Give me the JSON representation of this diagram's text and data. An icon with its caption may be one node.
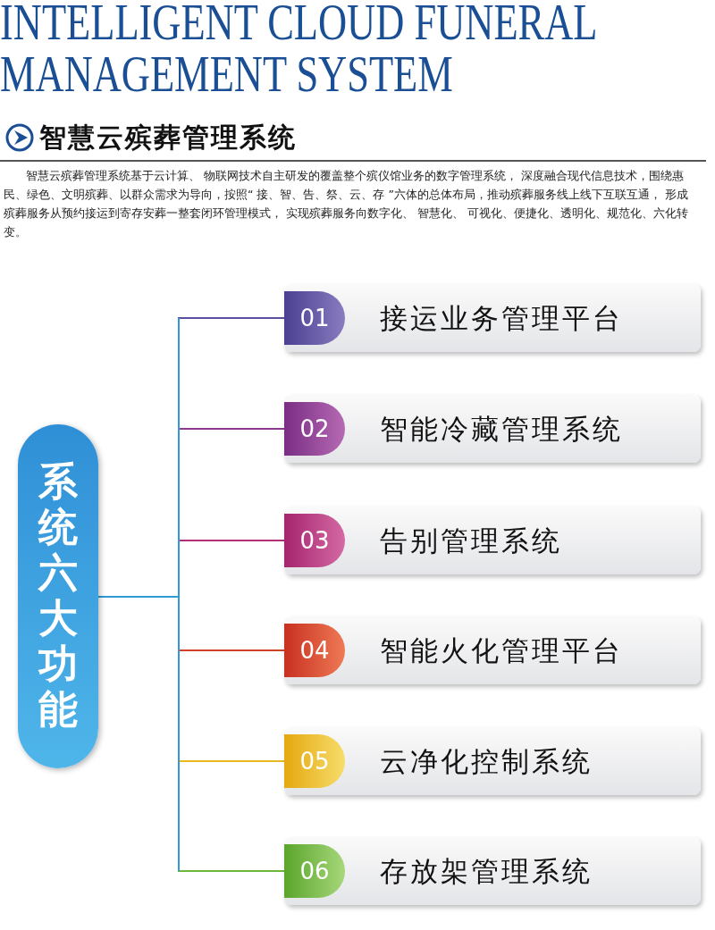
{
  "diagram": {
    "title": "INTELLIGENT CLOUD FUNERAL MANAGEMENT SYSTEM",
    "nodes": [
      {
        "text": [
          "系统六大功能"
        ]
      },
      {
        "text": [
          "01",
          "接运业务管理平台"
        ]
      },
      {
        "text": [
          "02",
          "智能冷藏管理系统"
        ]
      },
      {
        "text": [
          "03",
          "告别管理系统"
        ]
      },
      {
        "text": [
          "04",
          "智能火化管理平台"
        ]
      },
      {
        "text": [
          "05",
          "云净化控制系统"
        ]
      },
      {
        "text": [
          "06",
          "存放架管理系统"
        ]
      }
    ],
    "edges": [
      {
        "from": 0,
        "to": 1,
        "arrow": "none",
        "color": "#5b4fa0"
      },
      {
        "from": 0,
        "to": 2,
        "arrow": "none",
        "color": "#8a3a8f"
      },
      {
        "from": 0,
        "to": 3,
        "arrow": "none",
        "color": "#b0307a"
      },
      {
        "from": 0,
        "to": 4,
        "arrow": "none",
        "color": "#d0402a"
      },
      {
        "from": 0,
        "to": 5,
        "arrow": "none",
        "color": "#e8b820"
      },
      {
        "from": 0,
        "to": 6,
        "arrow": "none",
        "color": "#6cb83a"
      }
    ],
    "labels": [
      "智慧云殡葬管理系统",
      "智慧云殡葬管理系统基于云计算、 物联网技术自主研发的覆盖整个殡仪馆业务的数字管理系统， 深度融合现代信息技术，围绕惠民、绿色、文明殡葬、以群众需求为导向，按照“ 接、智、告、祭、云、存 ”六体的总体布局，推动殡葬服务线上线下互联互通， 形成殡葬服务从预约接运到寄存安葬一整套闭环管理模式， 实现殡葬服务向数字化、 智慧化、 可视化、便捷化、透明化、规范化、六化转变。"
    ]
  }
}
